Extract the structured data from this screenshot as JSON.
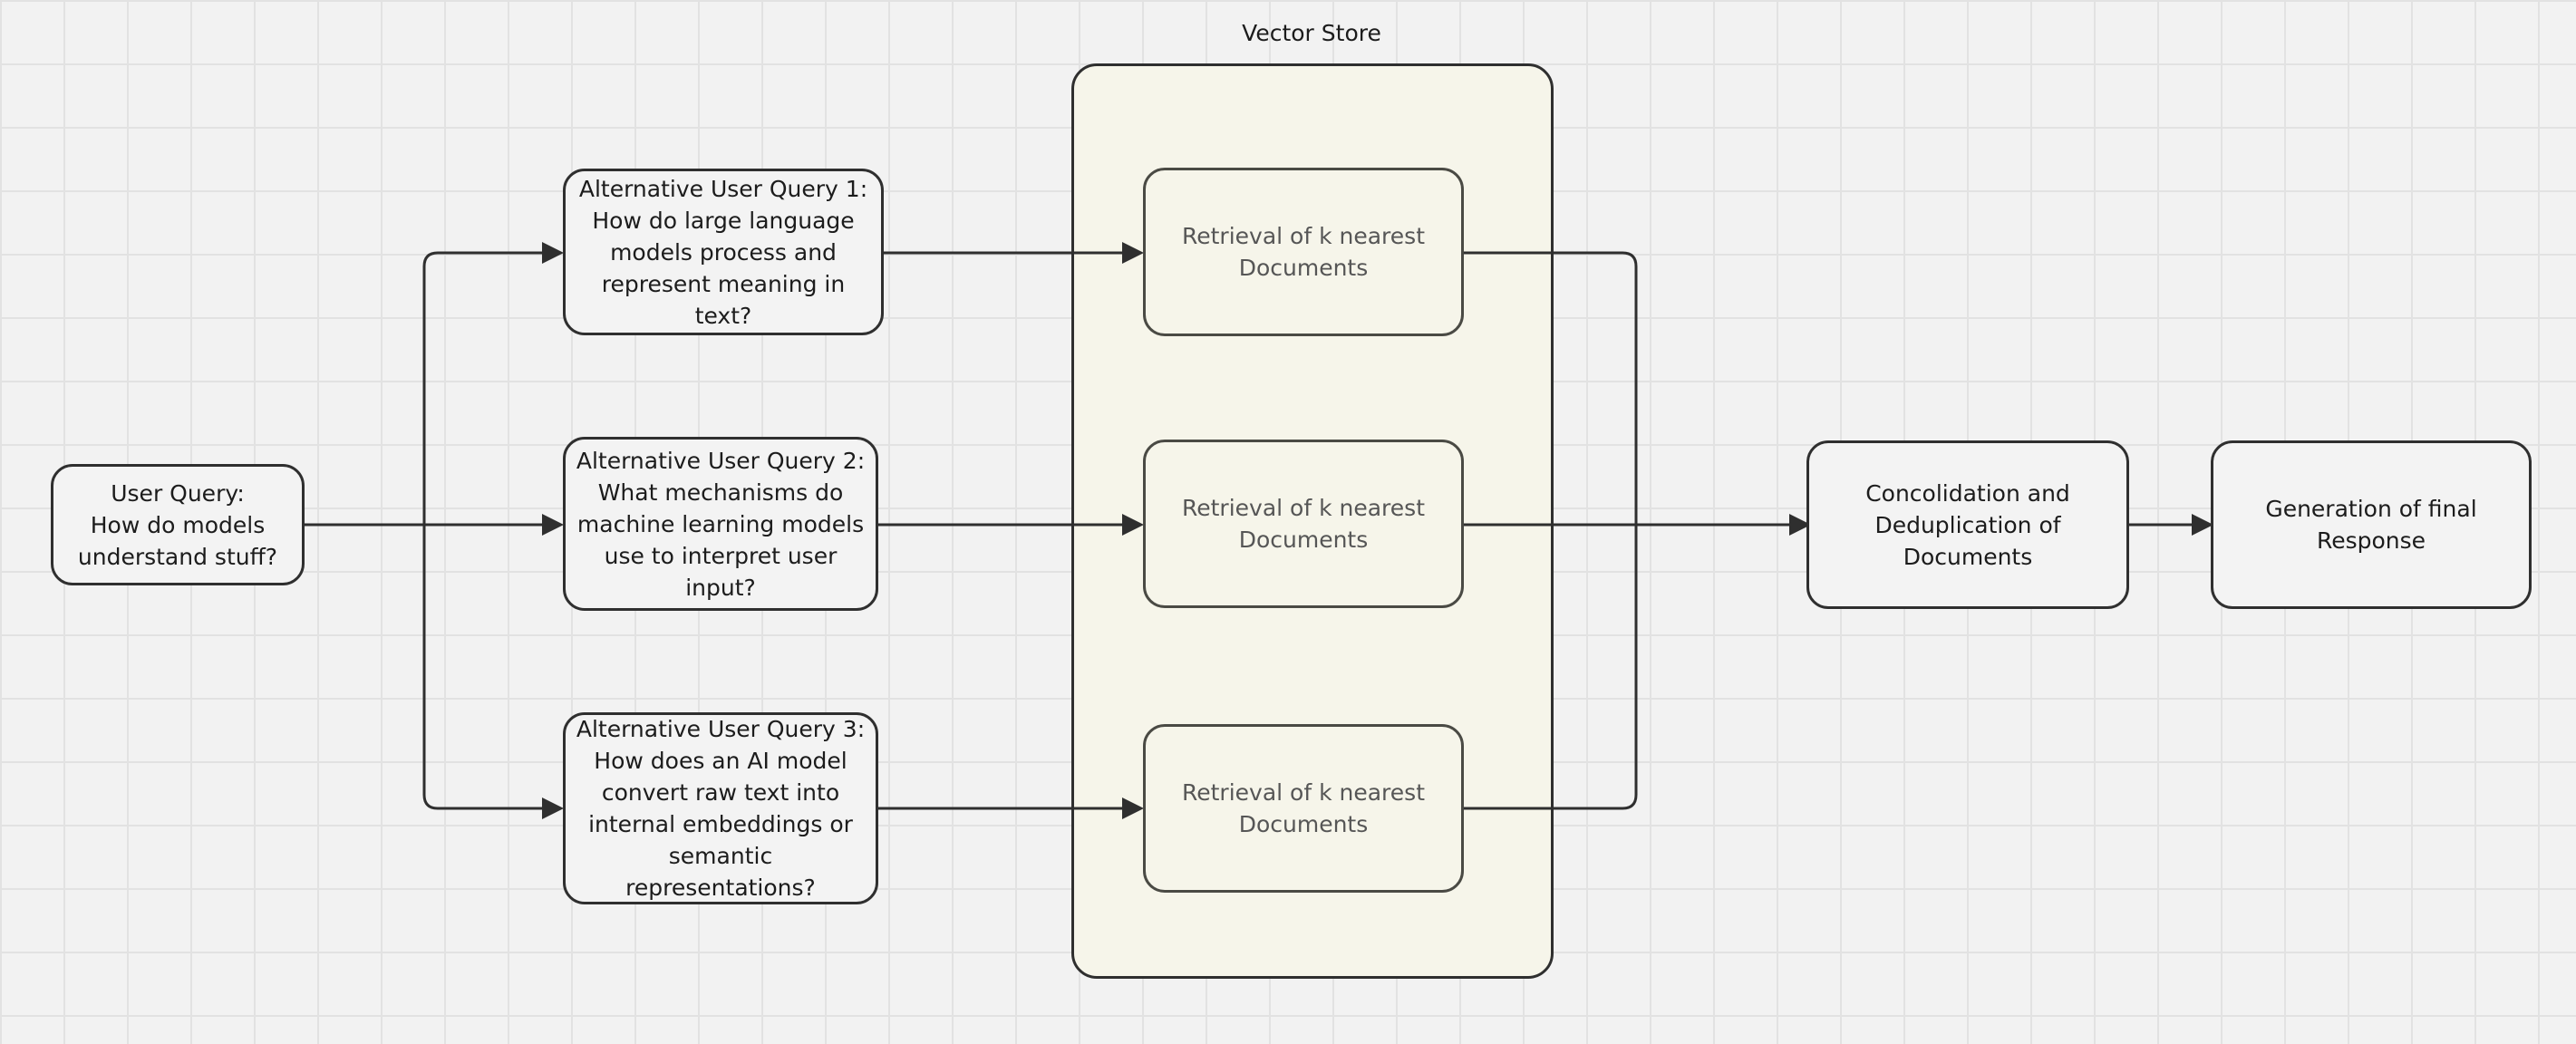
{
  "diagram": {
    "container": {
      "label": "Vector Store"
    },
    "nodes": {
      "user_query": "User Query:\nHow do models\nunderstand stuff?",
      "alt_query_1": "Alternative User Query 1:\nHow do large language\nmodels process and\nrepresent meaning in text?",
      "alt_query_2": "Alternative User Query 2:\nWhat mechanisms do\nmachine learning models\nuse to interpret user input?",
      "alt_query_3": "Alternative User Query 3:\nHow does an AI model\nconvert raw text into\ninternal embeddings or\nsemantic representations?",
      "retrieval_1": "Retrieval of k nearest\nDocuments",
      "retrieval_2": "Retrieval of k nearest\nDocuments",
      "retrieval_3": "Retrieval of k nearest\nDocuments",
      "consolidation": "Concolidation and\nDeduplication of Documents",
      "final_response": "Generation of final Response"
    },
    "edges": [
      {
        "from": "user_query",
        "to": "alt_query_1"
      },
      {
        "from": "user_query",
        "to": "alt_query_2"
      },
      {
        "from": "user_query",
        "to": "alt_query_3"
      },
      {
        "from": "alt_query_1",
        "to": "retrieval_1"
      },
      {
        "from": "alt_query_2",
        "to": "retrieval_2"
      },
      {
        "from": "alt_query_3",
        "to": "retrieval_3"
      },
      {
        "from": "retrieval_1",
        "to": "consolidation"
      },
      {
        "from": "retrieval_2",
        "to": "consolidation"
      },
      {
        "from": "retrieval_3",
        "to": "consolidation"
      },
      {
        "from": "consolidation",
        "to": "final_response"
      }
    ]
  }
}
